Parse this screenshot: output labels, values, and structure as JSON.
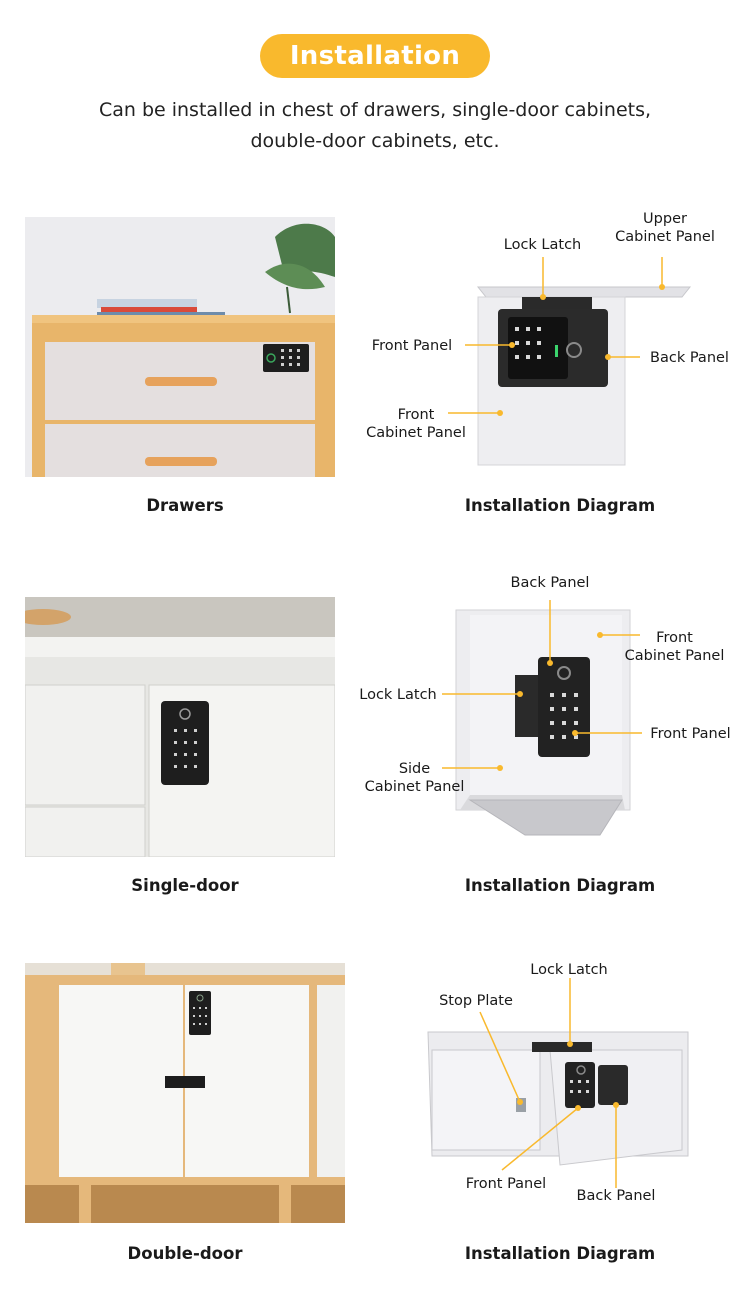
{
  "header": {
    "title": "Installation",
    "subtitle_line1": "Can be installed in chest of drawers, single-door cabinets,",
    "subtitle_line2": "double-door cabinets, etc."
  },
  "sections": [
    {
      "photo_caption": "Drawers",
      "diagram_caption": "Installation Diagram",
      "labels": {
        "upper_cabinet_panel_1": "Upper",
        "upper_cabinet_panel_2": "Cabinet Panel",
        "lock_latch": "Lock Latch",
        "front_panel": "Front Panel",
        "back_panel": "Back Panel",
        "front_cabinet_panel_1": "Front",
        "front_cabinet_panel_2": "Cabinet Panel"
      }
    },
    {
      "photo_caption": "Single-door",
      "diagram_caption": "Installation Diagram",
      "labels": {
        "back_panel": "Back Panel",
        "front_cabinet_panel_1": "Front",
        "front_cabinet_panel_2": "Cabinet Panel",
        "lock_latch": "Lock Latch",
        "front_panel": "Front Panel",
        "side_cabinet_panel_1": "Side",
        "side_cabinet_panel_2": "Cabinet Panel"
      }
    },
    {
      "photo_caption": "Double-door",
      "diagram_caption": "Installation Diagram",
      "labels": {
        "lock_latch": "Lock Latch",
        "stop_plate": "Stop Plate",
        "front_panel": "Front Panel",
        "back_panel": "Back Panel"
      }
    }
  ],
  "colors": {
    "accent": "#f9b92d",
    "wood": "#e8b56a",
    "lock_body": "#1e1e1e",
    "glass": "#e9e9ec"
  }
}
